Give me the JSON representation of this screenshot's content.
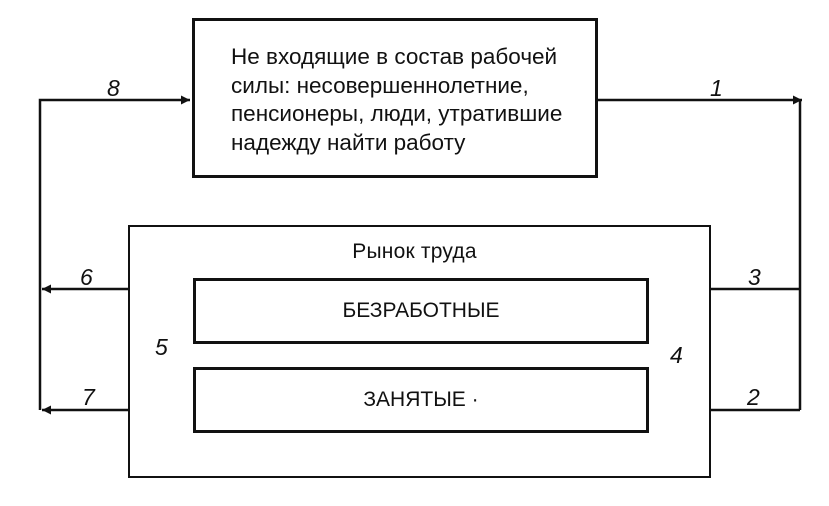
{
  "outside_labor_force": "Не входящие в состав рабочей\nсилы: несовершеннолетние,\nпенсионеры, люди, утратившие\nнадежду найти работу",
  "labor_market": {
    "title": "Рынок труда",
    "unemployed": "БЕЗРАБОТНЫЕ",
    "employed": "ЗАНЯТЫЕ ·"
  },
  "flows": {
    "f1": "1",
    "f2": "2",
    "f3": "3",
    "f4": "4",
    "f5": "5",
    "f6": "6",
    "f7": "7",
    "f8": "8"
  }
}
